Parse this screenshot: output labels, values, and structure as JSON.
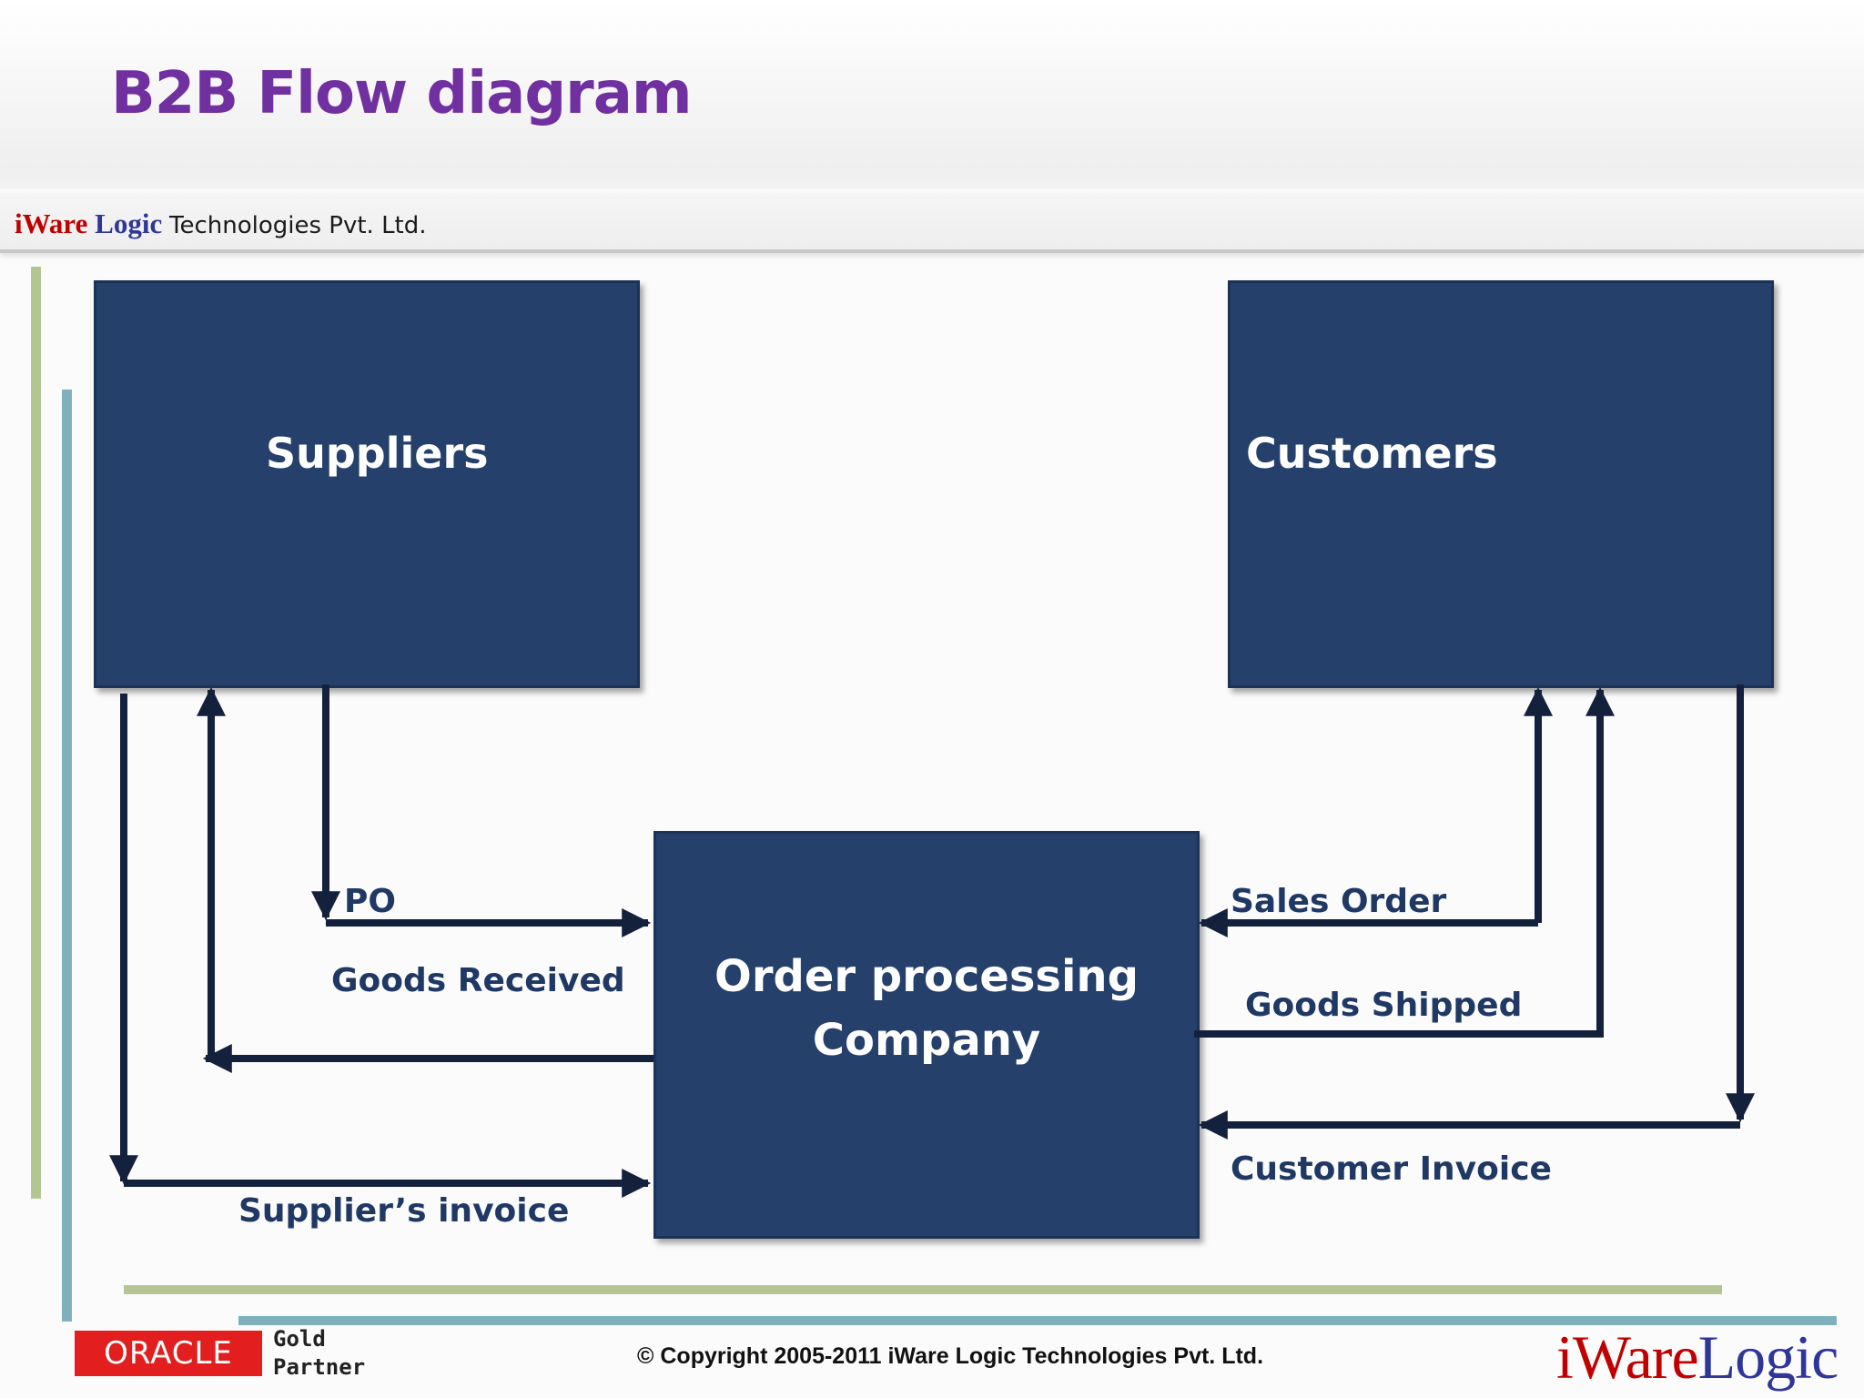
{
  "slide": {
    "title": "B2B Flow diagram"
  },
  "company_bar": {
    "brand_part1": "iWare",
    "brand_part2": "Logic",
    "brand_rest": "Technologies Pvt. Ltd."
  },
  "diagram": {
    "nodes": {
      "suppliers": "Suppliers",
      "customers": "Customers",
      "order_processing_line1": "Order processing",
      "order_processing_line2": "Company"
    },
    "flows": {
      "po": "PO",
      "goods_received": "Goods Received",
      "suppliers_invoice": "Supplier’s invoice",
      "sales_order": "Sales Order",
      "goods_shipped": "Goods Shipped",
      "customer_invoice": "Customer Invoice"
    }
  },
  "footer": {
    "oracle_logo_text": "ORACLE",
    "partner_line1": "Gold",
    "partner_line2": "Partner",
    "copyright": "© Copyright 2005-2011 iWare Logic Technologies Pvt. Ltd.",
    "logo_part1": "iWare",
    "logo_part2": "Logic"
  },
  "colors": {
    "title": "#7030a0",
    "box_fill": "#24406b",
    "arrow": "#14213d",
    "flow_label": "#1f3864",
    "accent_green": "#b5c493",
    "accent_teal": "#7fb0bc",
    "brand_red": "#c00000",
    "brand_blue": "#2f3699"
  }
}
